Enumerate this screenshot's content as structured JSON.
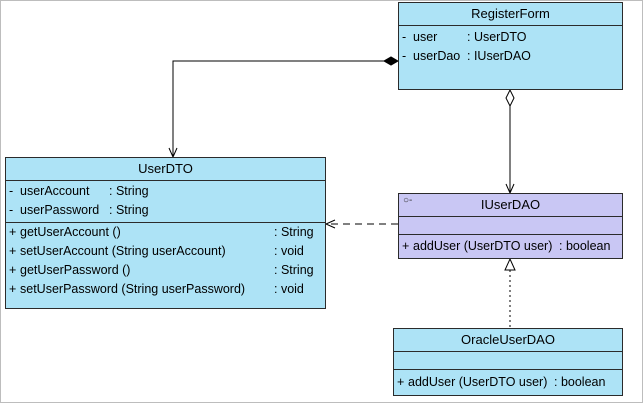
{
  "diagram": {
    "classes": {
      "register_form": {
        "name": "RegisterForm",
        "attributes": [
          {
            "vis": "-",
            "name": "user",
            "type": ": UserDTO"
          },
          {
            "vis": "-",
            "name": "userDao",
            "type": ": IUserDAO"
          }
        ]
      },
      "user_dto": {
        "name": "UserDTO",
        "attributes": [
          {
            "vis": "-",
            "name": "userAccount",
            "type": ": String"
          },
          {
            "vis": "-",
            "name": "userPassword",
            "type": ": String"
          }
        ],
        "operations": [
          {
            "vis": "+",
            "sig": "getUserAccount ()",
            "ret": ": String"
          },
          {
            "vis": "+",
            "sig": "setUserAccount (String userAccount)",
            "ret": ": void"
          },
          {
            "vis": "+",
            "sig": "getUserPassword ()",
            "ret": ": String"
          },
          {
            "vis": "+",
            "sig": "setUserPassword (String userPassword)",
            "ret": ": void"
          }
        ]
      },
      "iuser_dao": {
        "name": "IUserDAO",
        "interface_mark": "○-",
        "operations": [
          {
            "vis": "+",
            "sig": "addUser (UserDTO user)",
            "ret": ": boolean"
          }
        ]
      },
      "oracle_user_dao": {
        "name": "OracleUserDAO",
        "operations": [
          {
            "vis": "+",
            "sig": "addUser (UserDTO user)",
            "ret": ": boolean"
          }
        ]
      }
    },
    "relations": [
      {
        "from": "RegisterForm",
        "to": "UserDTO",
        "kind": "composition"
      },
      {
        "from": "RegisterForm",
        "to": "IUserDAO",
        "kind": "aggregation"
      },
      {
        "from": "IUserDAO",
        "to": "UserDTO",
        "kind": "dependency"
      },
      {
        "from": "OracleUserDAO",
        "to": "IUserDAO",
        "kind": "realization"
      }
    ],
    "colors": {
      "class_fill": "#ade3f6",
      "interface_fill": "#c9c7f4",
      "border": "#2b2b2b",
      "line": "#000000"
    }
  }
}
